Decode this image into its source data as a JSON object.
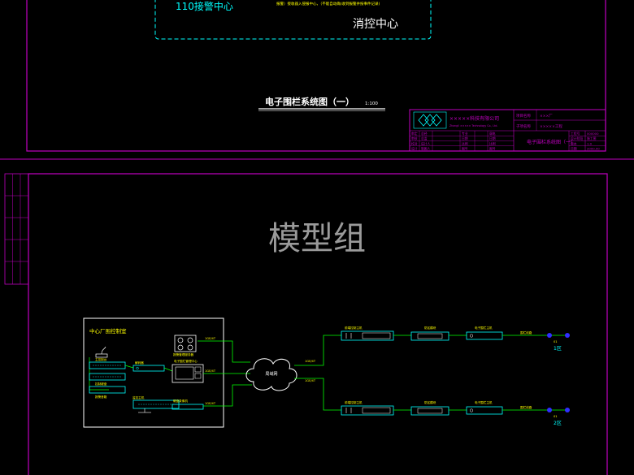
{
  "top_sheet": {
    "alarm_center": "110接警中心",
    "note_text": "报警）接收器入侵报中心，（不能自动确)收到报警并按事件记录)",
    "fire_center": "消控中心",
    "drawing_title": "电子围栏系统图（一）",
    "scale": "1:100",
    "title_block": {
      "company": "×××××科技有限公司",
      "company_en": "Zhangli ××××× Technology Co., Ltd.",
      "field_project_label": "项目名称",
      "field_project_value": "×××厂",
      "field_sub_label": "子项名称",
      "field_sub_value": "×××××工程",
      "sheet_name": "电子围栏系统图（一）",
      "cell_code": "000000",
      "cell_stage": "施工图",
      "cell_version": "1.0",
      "cell_date": "2000.00",
      "row_labels": [
        "审定",
        "审核",
        "校对",
        "设计"
      ],
      "row_values": [
        "总经",
        "总监",
        "设计人",
        "制图人"
      ],
      "col_labels": [
        "专业",
        "日期",
        "比例",
        "图号"
      ],
      "col_values": [
        "弱电",
        "日期",
        "比例",
        "图号"
      ],
      "right_labels": [
        "工程号",
        "设计阶段",
        "版本",
        "日期"
      ]
    }
  },
  "watermark": "模型组",
  "diagram": {
    "room_label": "中心厂围控制室",
    "console_label": "主控制台",
    "keyboard_label": "控制键盘",
    "monitor_label": "监控主机",
    "speaker_label": "报警音箱",
    "decoder_label": "解码器",
    "server_label": "报警管理服务器",
    "video_label": "电子围栏管理中心",
    "recorder_label": "硬盘录像机",
    "network_label": "局域网",
    "link_label": "1GE/4T",
    "host_label": "前端控制主机",
    "sensor_label": "防区模块",
    "fence_label": "电子围栏主机",
    "branch_label": "围栏线路",
    "zone_1": "1区",
    "zone_2": "2区",
    "zone_id": "01"
  },
  "colors": {
    "background": "#000000",
    "frame": "#c000c0",
    "cyan": "#00ffff",
    "green": "#00ff00",
    "yellow": "#ffff00",
    "white": "#ffffff",
    "blue": "#3030ff",
    "gray": "#9a9a9a"
  }
}
